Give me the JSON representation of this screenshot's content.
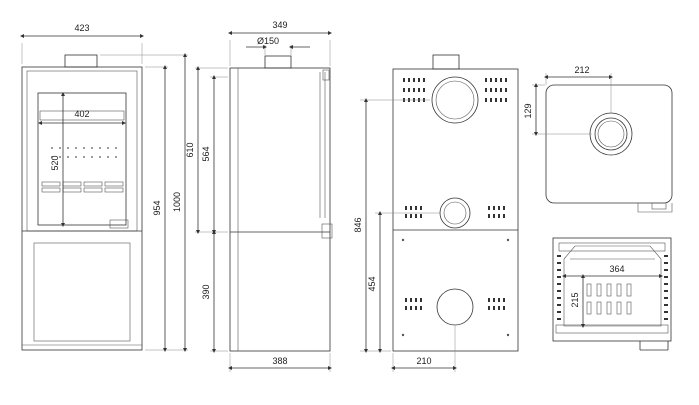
{
  "front_view": {
    "width_label": "423",
    "window_width_label": "402",
    "window_height_label": "520",
    "height_954_label": "954",
    "height_1000_label": "1000"
  },
  "side_view": {
    "depth_label": "349",
    "flue_label": "Ø150",
    "height_610_label": "610",
    "height_564_label": "564",
    "height_390_label": "390",
    "base_depth_label": "388"
  },
  "rear_view": {
    "height_846_label": "846",
    "height_454_label": "454",
    "offset_210_label": "210"
  },
  "top_view": {
    "offset_212_label": "212",
    "offset_129_label": "129"
  },
  "firebox_view": {
    "width_364_label": "364",
    "height_215_label": "215"
  }
}
